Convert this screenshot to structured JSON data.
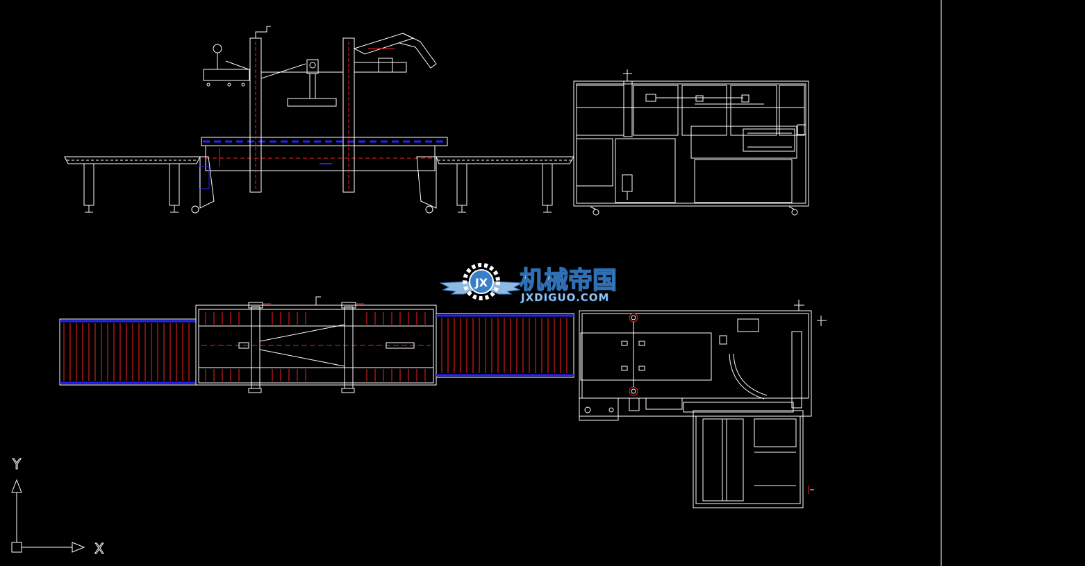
{
  "watermark": {
    "logo_letters": "JX",
    "title_cn": "机械帝国",
    "domain": "JXDIGUO.COM"
  },
  "ucs": {
    "y_label": "Y",
    "x_label": "X"
  },
  "colors": {
    "background": "#000000",
    "line": "#ffffff",
    "red": "#ff2020",
    "blue": "#2424ff",
    "watermark_blue": "#3a7ec8",
    "watermark_light": "#9fc8ea"
  }
}
